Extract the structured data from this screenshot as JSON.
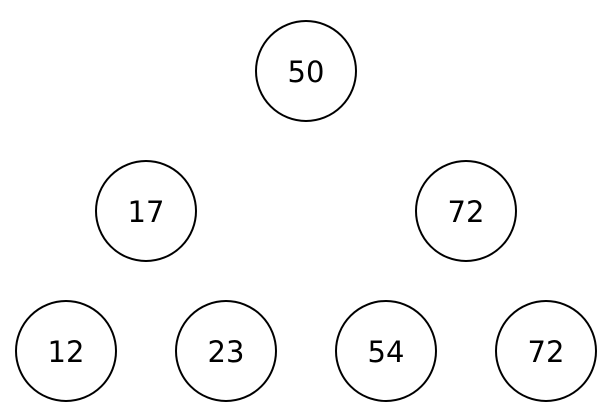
{
  "tree": {
    "nodes": [
      {
        "id": "root",
        "label": "50"
      },
      {
        "id": "left",
        "label": "17"
      },
      {
        "id": "right",
        "label": "72"
      },
      {
        "id": "left-left",
        "label": "12"
      },
      {
        "id": "left-right",
        "label": "23"
      },
      {
        "id": "right-left",
        "label": "54"
      },
      {
        "id": "right-right",
        "label": "72"
      }
    ]
  },
  "colors": {
    "stroke": "#000000",
    "fill": "#ffffff",
    "text": "#000000"
  }
}
